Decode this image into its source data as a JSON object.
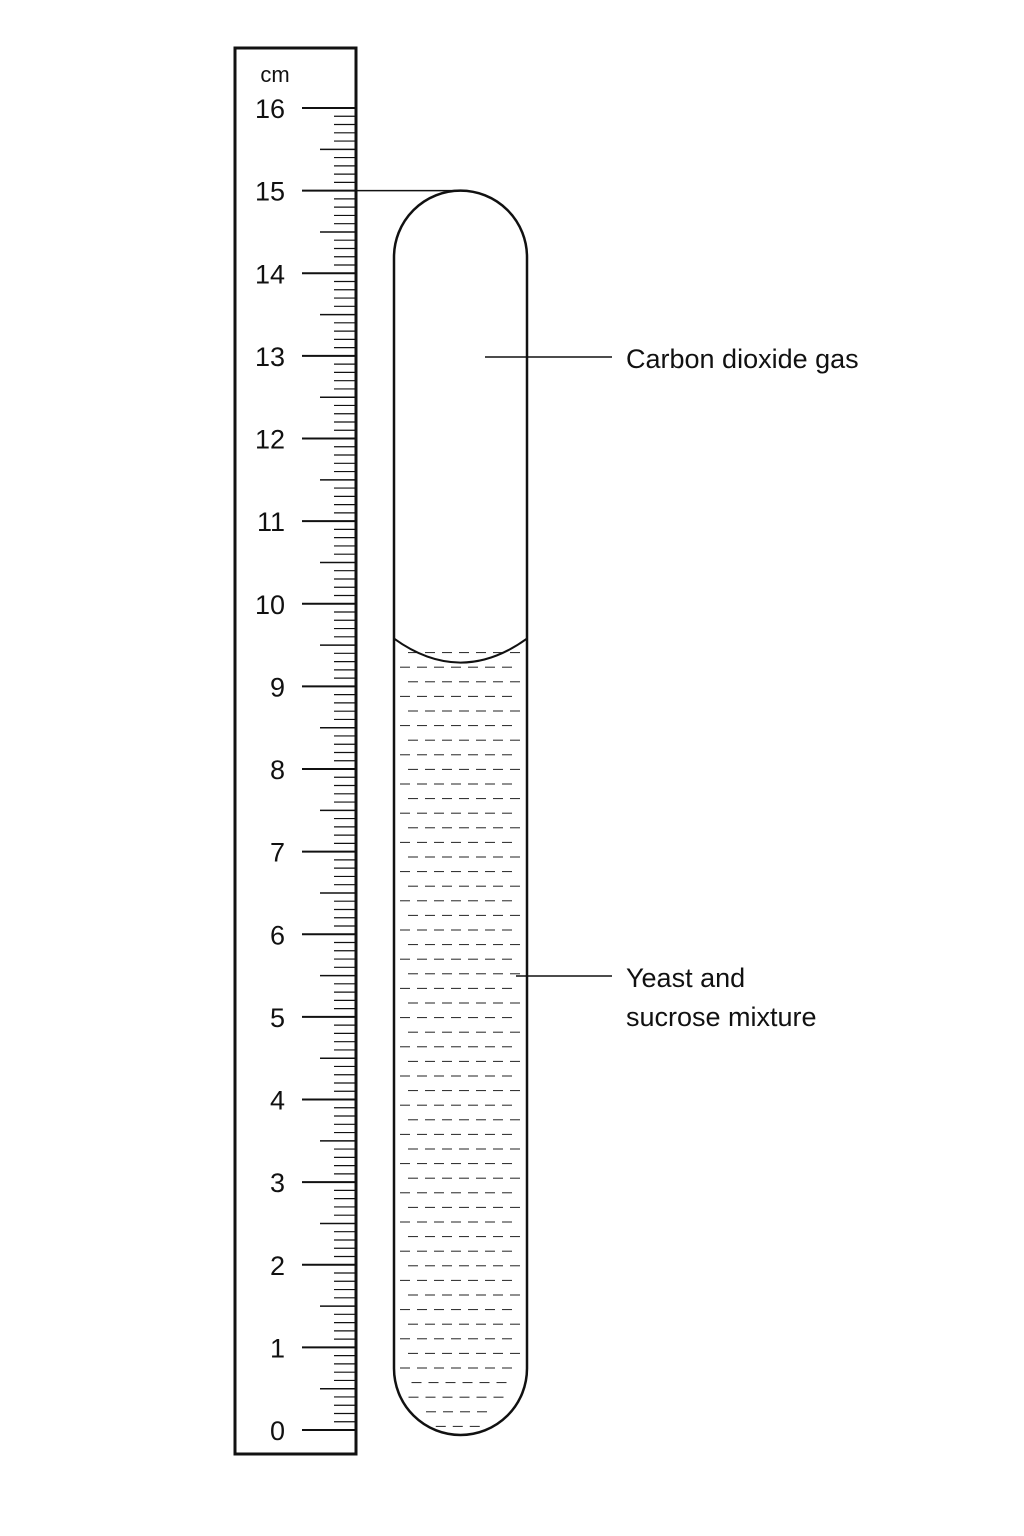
{
  "ruler": {
    "unit": "cm",
    "min": 0,
    "max": 16,
    "numbers": [
      "0",
      "1",
      "2",
      "3",
      "4",
      "5",
      "6",
      "7",
      "8",
      "9",
      "10",
      "11",
      "12",
      "13",
      "14",
      "15",
      "16"
    ],
    "minor_divisions_per_cm": 10
  },
  "tube": {
    "top_cm": 15,
    "liquid_level_cm": 9.3
  },
  "labels": {
    "gas": "Carbon dioxide gas",
    "mixture_line1": "Yeast and",
    "mixture_line2": "sucrose mixture"
  }
}
